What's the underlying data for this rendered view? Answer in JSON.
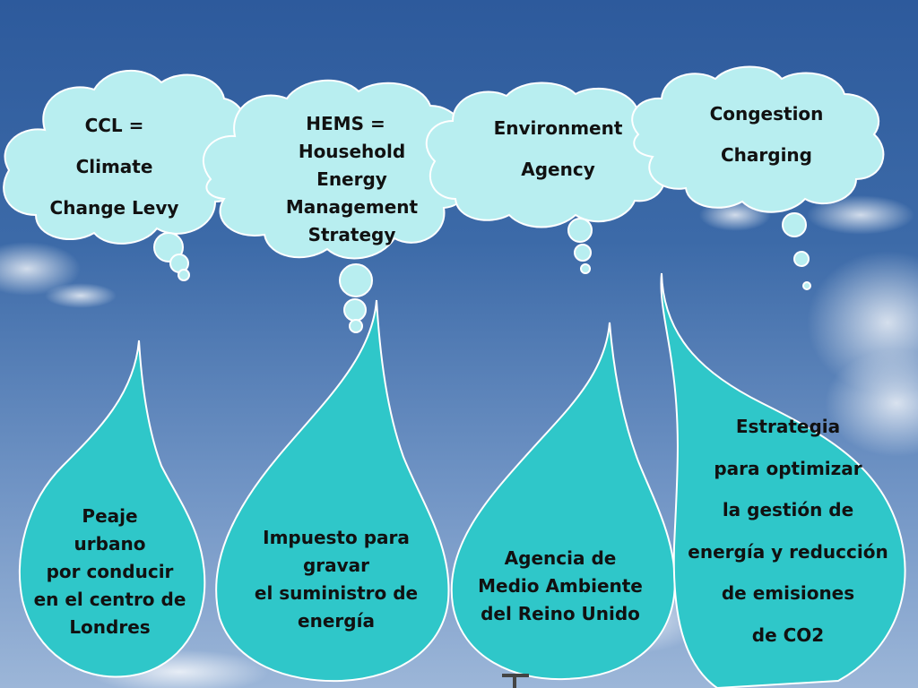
{
  "clouds": [
    {
      "lines": [
        "CCL =",
        "Climate",
        "Change Levy"
      ]
    },
    {
      "lines": [
        "HEMS =",
        "Household",
        "Energy",
        "Management",
        "Strategy"
      ]
    },
    {
      "lines": [
        "Environment",
        "Agency"
      ]
    },
    {
      "lines": [
        "Congestion",
        "Charging"
      ]
    }
  ],
  "drops": [
    {
      "lines": [
        "Peaje",
        "urbano",
        "por conducir",
        "en el centro de",
        "Londres"
      ]
    },
    {
      "lines": [
        "Impuesto para",
        "gravar",
        "el suministro de",
        "energía"
      ]
    },
    {
      "lines": [
        "Agencia de",
        "Medio Ambiente",
        "del Reino Unido"
      ]
    },
    {
      "lines": [
        "Estrategia",
        "para optimizar",
        "la gestión de",
        "energía y reducción",
        "de emisiones",
        "de CO2"
      ]
    }
  ],
  "colors": {
    "cloud_fill": "#b8eef0",
    "cloud_stroke": "#ffffff",
    "drop_fill": "#2fc7c9",
    "drop_stroke": "#ffffff",
    "text": "#111111"
  }
}
